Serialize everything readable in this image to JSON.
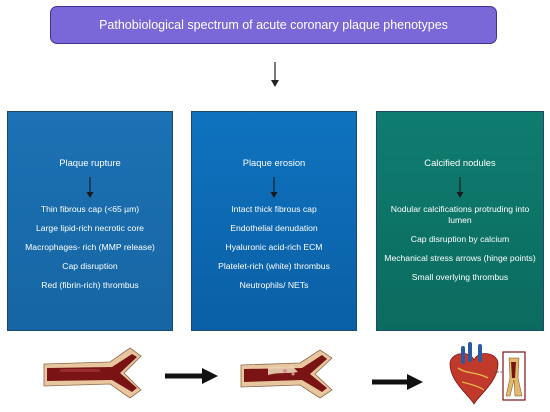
{
  "title": "Pathobiological spectrum of acute coronary plaque phenotypes",
  "columns": [
    {
      "heading": "Plaque rupture",
      "items": [
        "Thin fibrous cap (<65 µm)",
        "Large lipid-rich necrotic core",
        "Macrophages- rich (MMP release)",
        "Cap disruption",
        "Red (fibrin-rich) thrombus"
      ]
    },
    {
      "heading": "Plaque erosion",
      "items": [
        "Intact thick fibrous cap",
        "Endothelial denudation",
        "Hyaluronic acid-rich ECM",
        "Platelet-rich (white) thrombus",
        "Neutrophils/ NETs"
      ]
    },
    {
      "heading": "Calcified nodules",
      "items": [
        "Nodular calcifications protruding into lumen",
        "Cap disruption by calcium",
        "Mechanical stress arrows (hinge points)",
        "Small overlying thrombus"
      ]
    }
  ],
  "colors": {
    "title_bg": "#7b68d8",
    "rupture_bg": "#1c72b3",
    "erosion_bg": "#0f73bf",
    "calcified_bg": "#0f7c70",
    "vessel_wall": "#e8c6a0",
    "vessel_lumen": "#7a1414"
  },
  "icons": [
    "arrow-down-icon",
    "arrow-right-icon",
    "vessel-illustration",
    "heart-illustration"
  ]
}
